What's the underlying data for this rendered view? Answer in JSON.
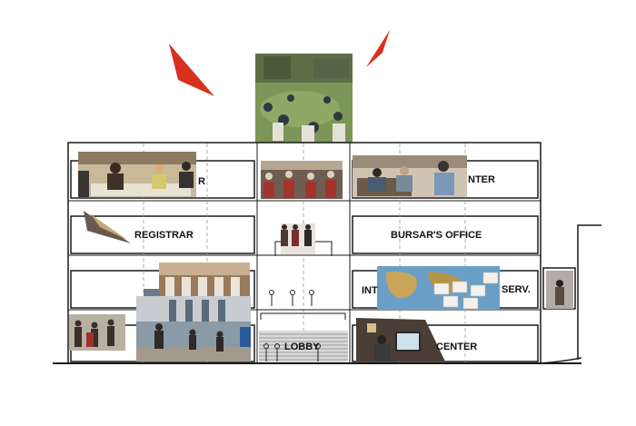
{
  "labels": {
    "registrar": "REGISTRAR",
    "bursar": "BURSAR'S OFFICE",
    "lobby": "LOBBY",
    "r1_tail": "R",
    "r1_right_tail": "NTER",
    "int_prefix": "INT",
    "serv_tail": "SERV.",
    "center_tail": "CENTER"
  },
  "colors": {
    "line": "#1a1a1a",
    "accent_red": "#d8321e",
    "photo_grass": "#6f8a4a",
    "photo_people": "#3b4a5a",
    "map_blue": "#6aa0c8",
    "map_land": "#c9a65a"
  },
  "images": [
    "photo-students-on-lawn",
    "photo-meeting-room",
    "photo-classroom",
    "photo-lounge",
    "photo-stair-figures",
    "photo-building-facade",
    "photo-students-street",
    "photo-world-map",
    "photo-computer-lab",
    "photo-walking-person"
  ]
}
